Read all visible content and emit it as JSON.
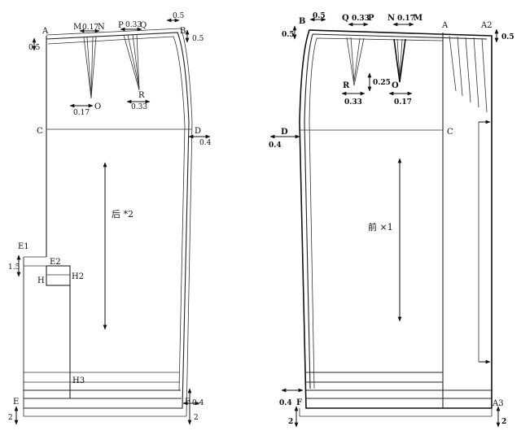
{
  "back": {
    "points": {
      "A": "A",
      "B": "B",
      "C": "C",
      "D": "D",
      "E": "E",
      "F": "F",
      "M": "M",
      "N": "N",
      "O": "O",
      "P": "P",
      "Q": "Q",
      "R": "R",
      "E1": "E1",
      "E2": "E2",
      "H": "H",
      "H2": "H2",
      "H3": "H3"
    },
    "dims": {
      "top_05": "0.5",
      "right_05": "0.5",
      "left_05": "0.5",
      "mn": "0.17",
      "pq": "0.33",
      "o": "0.17",
      "r": "0.33",
      "d": "0.4",
      "f": "0.4",
      "h": "1.5",
      "hem_left": "2",
      "hem_right": "2"
    },
    "label": "后 *2"
  },
  "front": {
    "points": {
      "A": "A",
      "A2": "A2",
      "A3": "A3",
      "B": "B",
      "C": "C",
      "D": "D",
      "F": "F",
      "M": "M",
      "N": "N",
      "O": "O",
      "P": "P",
      "Q": "Q",
      "R": "R"
    },
    "dims": {
      "b": "0.5",
      "left_05": "0.5",
      "right_05": "0.5",
      "qp": "0.33",
      "nm": "0.17",
      "r": "0.33",
      "o": "0.17",
      "vert": "0.25",
      "d": "0.4",
      "f": "0.4",
      "hem_left": "2",
      "hem_right": "2"
    },
    "label": "前 ×1"
  }
}
